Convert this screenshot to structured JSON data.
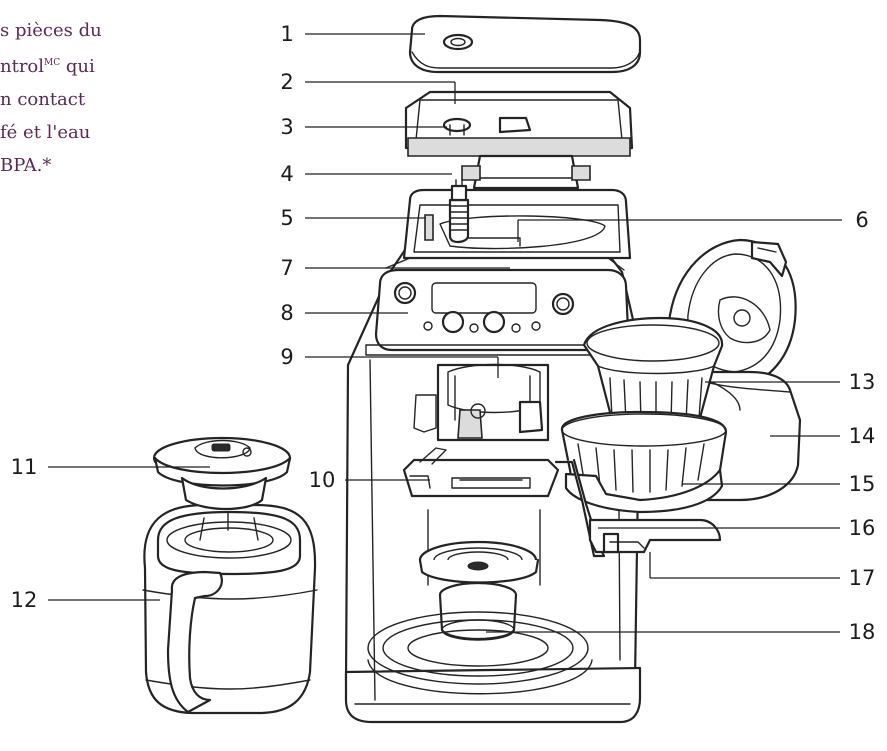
{
  "intro_lines": [
    {
      "text": "s pièces du"
    },
    {
      "text": "ntrol",
      "sup": "MC",
      "rest": " qui"
    },
    {
      "text": "n contact"
    },
    {
      "text": "fé et l'eau"
    },
    {
      "text": "BPA.*"
    }
  ],
  "callouts": [
    {
      "n": "1"
    },
    {
      "n": "2"
    },
    {
      "n": "3"
    },
    {
      "n": "4"
    },
    {
      "n": "5"
    },
    {
      "n": "6"
    },
    {
      "n": "7"
    },
    {
      "n": "8"
    },
    {
      "n": "9"
    },
    {
      "n": "10"
    },
    {
      "n": "11"
    },
    {
      "n": "12"
    },
    {
      "n": "13"
    },
    {
      "n": "14"
    },
    {
      "n": "15"
    },
    {
      "n": "16"
    },
    {
      "n": "17"
    },
    {
      "n": "18"
    }
  ]
}
